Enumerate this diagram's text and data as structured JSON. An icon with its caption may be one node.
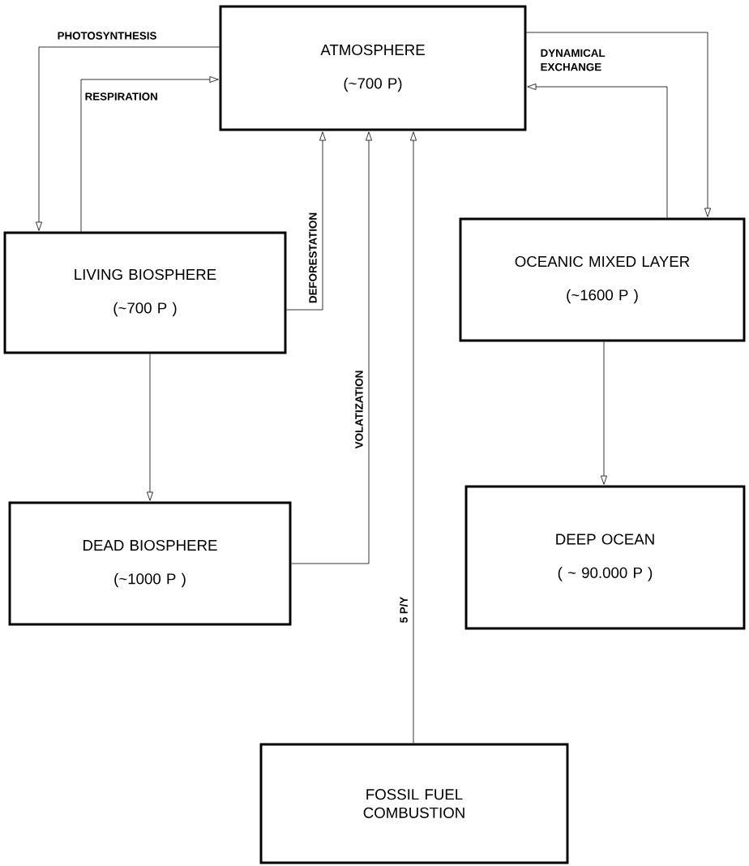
{
  "diagram": {
    "nodes": [
      {
        "text": [
          "ATMOSPHERE",
          "(~700 P)"
        ]
      },
      {
        "text": [
          "LIVING BIOSPHERE",
          "(~700 P )"
        ]
      },
      {
        "text": [
          "OCEANIC MIXED LAYER",
          "(~1600 P )"
        ]
      },
      {
        "text": [
          "DEAD BIOSPHERE",
          "(~1000 P )"
        ]
      },
      {
        "text": [
          "DEEP OCEAN",
          "( ~ 90.000 P )"
        ]
      },
      {
        "text": [
          "FOSSIL FUEL COMBUSTION"
        ]
      }
    ],
    "edges": [
      {
        "from": 0,
        "to": 1,
        "arrow": "to",
        "label": "PHOTOSYNTHESIS"
      },
      {
        "from": 1,
        "to": 0,
        "arrow": "to",
        "label": "RESPIRATION"
      },
      {
        "from": 1,
        "to": 0,
        "arrow": "to",
        "label": "DEFORESTATION"
      },
      {
        "from": 3,
        "to": 0,
        "arrow": "to",
        "label": "VOLATIZATION"
      },
      {
        "from": 5,
        "to": 0,
        "arrow": "to",
        "label": "5 P/Y"
      },
      {
        "from": 0,
        "to": 2,
        "arrow": "to",
        "label": "DYNAMICAL EXCHANGE"
      },
      {
        "from": 2,
        "to": 0,
        "arrow": "to"
      },
      {
        "from": 1,
        "to": 3,
        "arrow": "to"
      },
      {
        "from": 2,
        "to": 4,
        "arrow": "to"
      }
    ]
  }
}
